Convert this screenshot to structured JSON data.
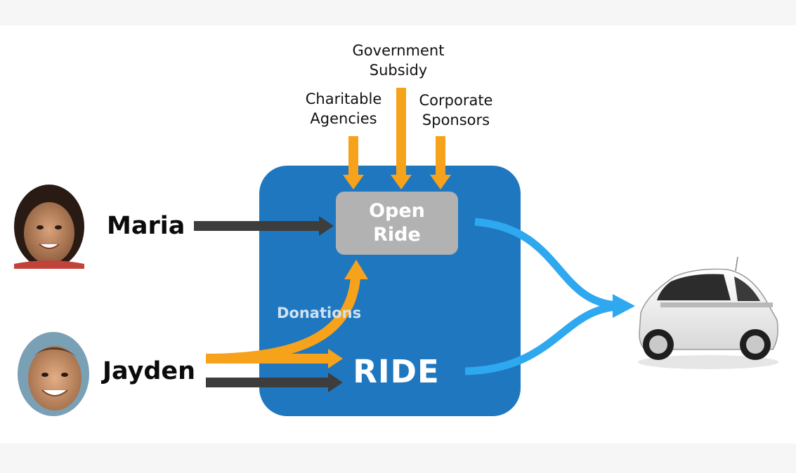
{
  "sources": [
    {
      "id": "government",
      "label": "Government\nSubsidy"
    },
    {
      "id": "charitable",
      "label": "Charitable\nAgencies"
    },
    {
      "id": "corporate",
      "label": "Corporate\nSponsors"
    }
  ],
  "people": [
    {
      "id": "maria",
      "name": "Maria"
    },
    {
      "id": "jayden",
      "name": "Jayden"
    }
  ],
  "open_ride_label": "Open\nRide",
  "ride_label": "RIDE",
  "donations_label": "Donations",
  "colors": {
    "box": "#1f77bf",
    "open_ride_box": "#b2b2b2",
    "orange_arrow": "#f7a21b",
    "dark_arrow": "#3d3d3d",
    "blue_arrow": "#2ea8ef"
  }
}
